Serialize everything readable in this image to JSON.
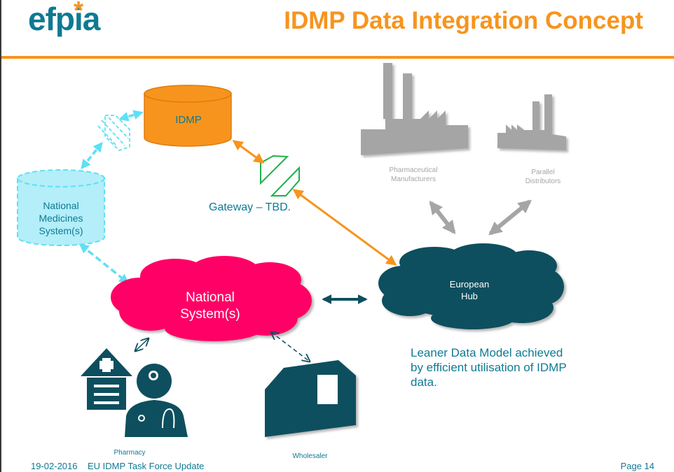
{
  "header": {
    "logo_text": "efpia",
    "logo_mark": "*",
    "title": "IDMP Data Integration Concept"
  },
  "nodes": {
    "idmp": "IDMP",
    "national_medicines": [
      "National",
      "Medicines",
      "System(s)"
    ],
    "gateway": "Gateway – TBD.",
    "pharma_manufacturers": [
      "Pharmaceutical",
      "Manufacturers"
    ],
    "parallel_distributors": [
      "Parallel",
      "Distributors"
    ],
    "national_systems": [
      "National",
      "System(s)"
    ],
    "european_hub": [
      "European",
      "Hub"
    ],
    "pharmacy": "Pharmacy",
    "wholesaler": "Wholesaler"
  },
  "note": [
    "Leaner Data Model achieved",
    "by efficient utilisation of IDMP",
    "data."
  ],
  "footer": {
    "date": "19-02-2016",
    "subtitle": "EU IDMP Task Force Update",
    "page": "Page 14"
  },
  "colors": {
    "brand_orange": "#f7941d",
    "brand_teal": "#0e7a93",
    "dark_teal": "#0d4f5f",
    "magenta": "#ff0066",
    "light_cyan": "#b3eef9",
    "gateway_green": "#1fb04a",
    "factory_gray": "#a5a5a5"
  }
}
